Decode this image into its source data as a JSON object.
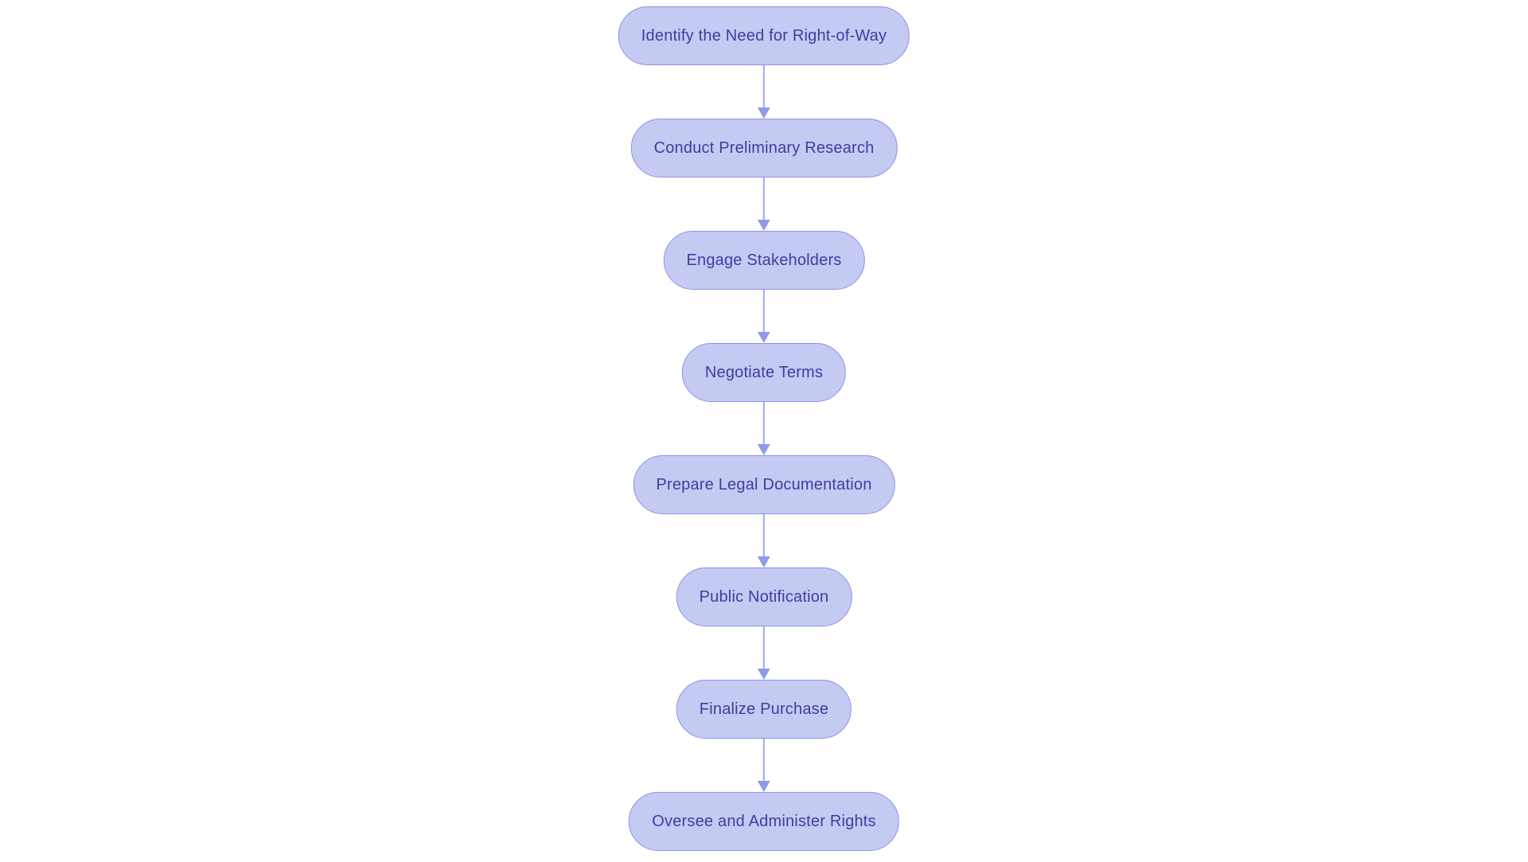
{
  "diagram": {
    "type": "flowchart",
    "direction": "top-down",
    "background_color": "#ffffff",
    "node_fill_color": "#c5caf3",
    "node_border_color": "#8b93e6",
    "node_text_color": "#3a3f9e",
    "arrow_line_color": "#a2a9ee",
    "arrow_head_color": "#909ae9",
    "nodes": [
      {
        "label": "Identify the Need for Right-of-Way"
      },
      {
        "label": "Conduct Preliminary Research"
      },
      {
        "label": "Engage Stakeholders"
      },
      {
        "label": "Negotiate Terms"
      },
      {
        "label": "Prepare Legal Documentation"
      },
      {
        "label": "Public Notification"
      },
      {
        "label": "Finalize Purchase"
      },
      {
        "label": "Oversee and Administer Rights"
      }
    ],
    "edges": [
      {
        "from": 0,
        "to": 1
      },
      {
        "from": 1,
        "to": 2
      },
      {
        "from": 2,
        "to": 3
      },
      {
        "from": 3,
        "to": 4
      },
      {
        "from": 4,
        "to": 5
      },
      {
        "from": 5,
        "to": 6
      },
      {
        "from": 6,
        "to": 7
      }
    ]
  }
}
